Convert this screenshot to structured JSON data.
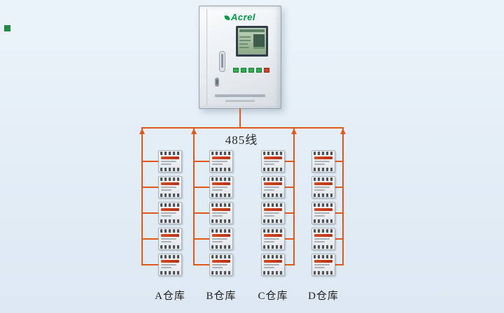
{
  "colors": {
    "background": "#e3edf6",
    "wire": "#e2571a",
    "brand": "#009a44",
    "stripe": "#d84a22"
  },
  "cabinet": {
    "brand": "Acrel"
  },
  "bus": {
    "label": "485线"
  },
  "columns": [
    {
      "label": "A仓库",
      "devices": 5
    },
    {
      "label": "B仓库",
      "devices": 5
    },
    {
      "label": "C仓库",
      "devices": 5
    },
    {
      "label": "D仓库",
      "devices": 5
    }
  ]
}
